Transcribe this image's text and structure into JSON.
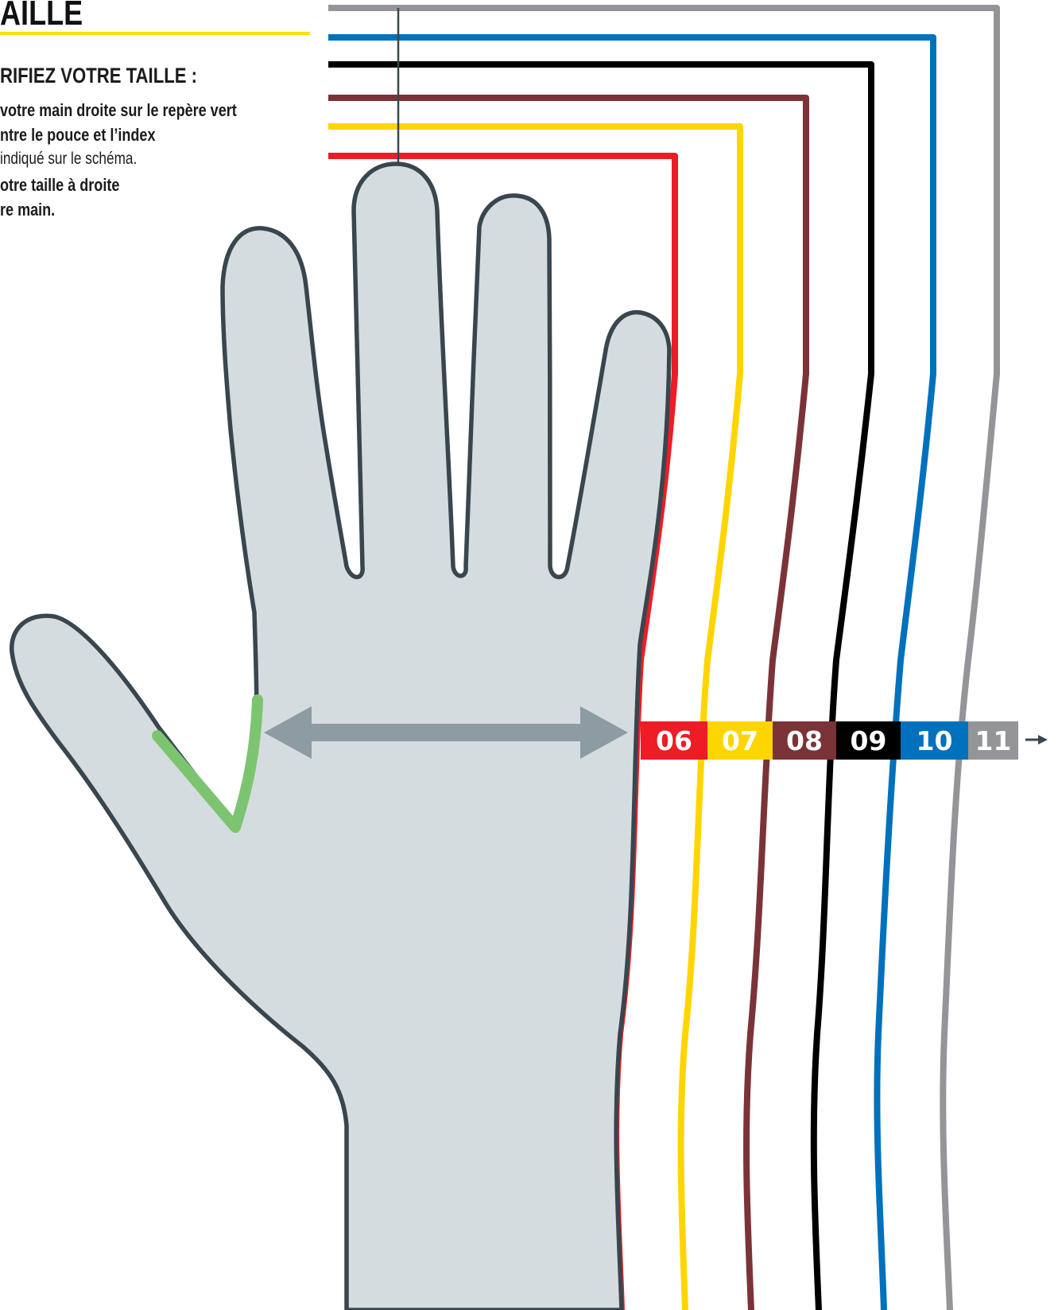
{
  "title": "AILLE",
  "instructions": {
    "heading": "RIFIEZ VOTRE TAILLE :",
    "line1": "votre main droite sur le repère vert",
    "line2": "ntre le pouce et l’index",
    "line3": "indiqué sur le schéma.",
    "line4": "otre taille à droite",
    "line5": "re main."
  },
  "sizes": [
    {
      "label": "06",
      "color": "#EE1C25",
      "text_color": "#ffffff"
    },
    {
      "label": "07",
      "color": "#FFD500",
      "text_color": "#ffffff"
    },
    {
      "label": "08",
      "color": "#7B3338",
      "text_color": "#ffffff"
    },
    {
      "label": "09",
      "color": "#000000",
      "text_color": "#ffffff"
    },
    {
      "label": "10",
      "color": "#0071BC",
      "text_color": "#ffffff"
    },
    {
      "label": "11",
      "color": "#939598",
      "text_color": "#ffffff"
    }
  ],
  "colors": {
    "hand_fill": "#D5DCE0",
    "hand_outline": "#39464E",
    "green_marker": "#7DC470",
    "arrow": "#8D9BA3",
    "title_rule": "#FFE000"
  },
  "icons": {
    "width_arrow": "double-arrow-icon",
    "axis_arrow": "arrow-right-icon"
  }
}
